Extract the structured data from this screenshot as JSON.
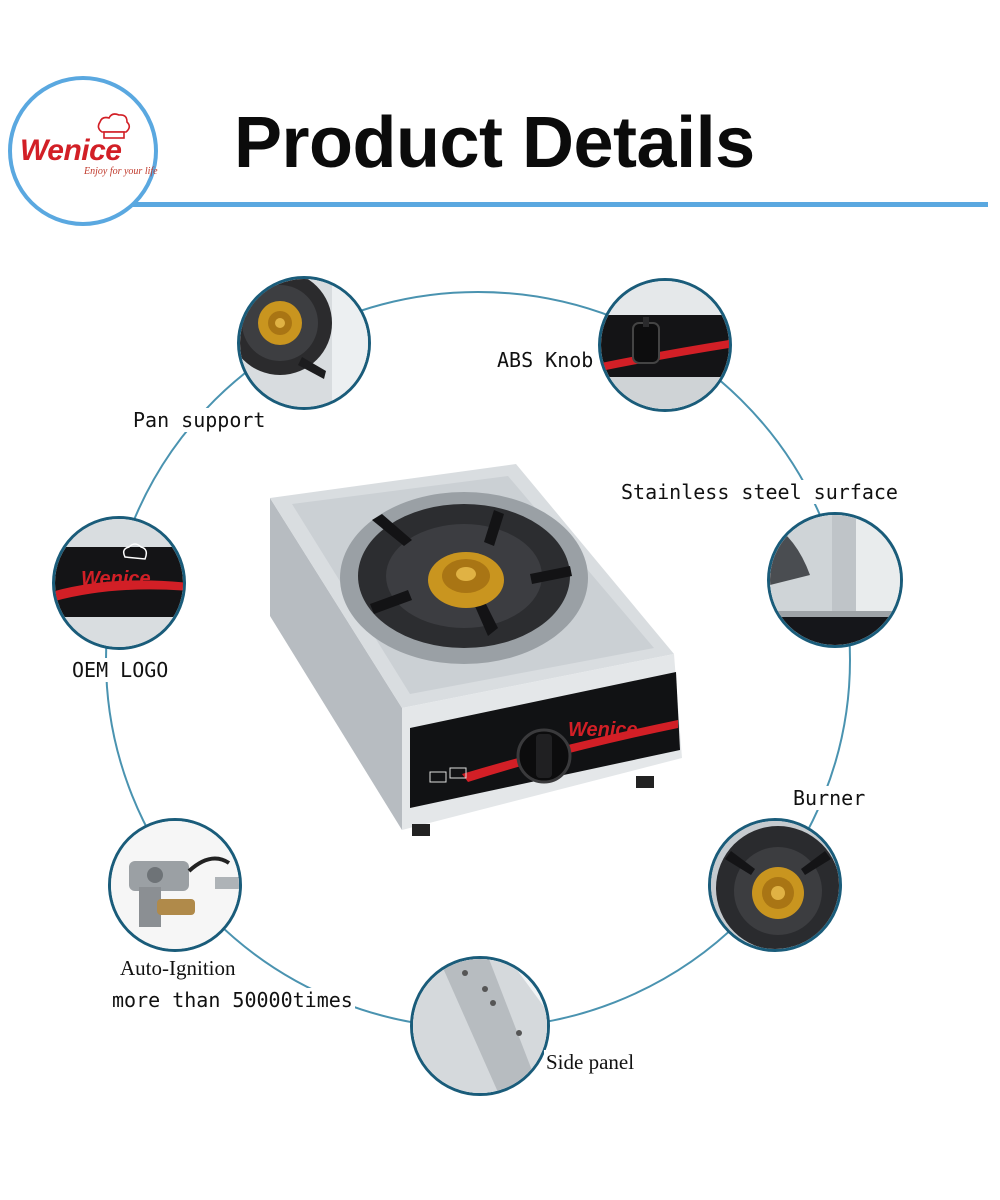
{
  "header": {
    "brand": "Wenice",
    "tagline": "Enjoy for your life",
    "title": "Product Details"
  },
  "features": {
    "pan_support": "Pan support",
    "abs_knob": "ABS Knob",
    "stainless_surface": "Stainless steel surface",
    "oem_logo": "OEM LOGO",
    "burner": "Burner",
    "auto_ignition_line1": "Auto-Ignition",
    "auto_ignition_line2": "more than 50000times",
    "side_panel": "Side panel"
  },
  "stove_panel": {
    "brand": "Wenice"
  },
  "colors": {
    "accent_blue": "#5aa8e0",
    "ring_teal": "#4a93b0",
    "circle_border": "#1a5c7a",
    "brand_red": "#d21f26",
    "steel": "#c9ced3",
    "brass": "#c9951f"
  }
}
